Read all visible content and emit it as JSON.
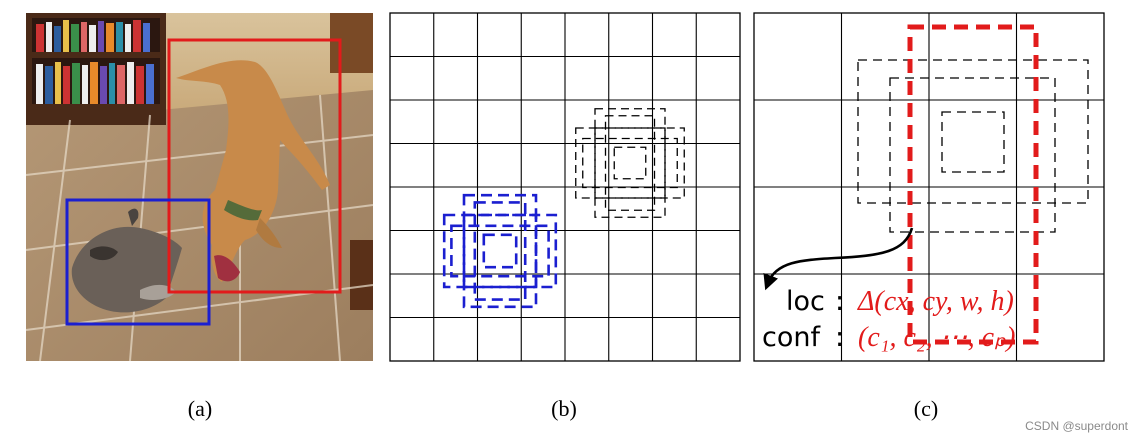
{
  "panels": {
    "a": {
      "caption": "(a)",
      "object_boxes": [
        {
          "object": "dog",
          "color": "#e21b1b"
        },
        {
          "object": "cat",
          "color": "#1b1fd0"
        }
      ]
    },
    "b": {
      "caption": "(b)",
      "grid": "8x8"
    },
    "c": {
      "caption": "(c)",
      "grid": "4x4",
      "loc_label": "loc",
      "loc_separator": ":",
      "loc_formula": "Δ(cx, cy, w, h)",
      "conf_label": "conf",
      "conf_separator": ":",
      "conf_formula": "(c₁, c₂, ⋯, cₚ)"
    }
  },
  "watermark": "CSDN @superdont",
  "colors": {
    "red": "#e21b1b",
    "blue": "#1b1fd0",
    "black": "#000000"
  }
}
